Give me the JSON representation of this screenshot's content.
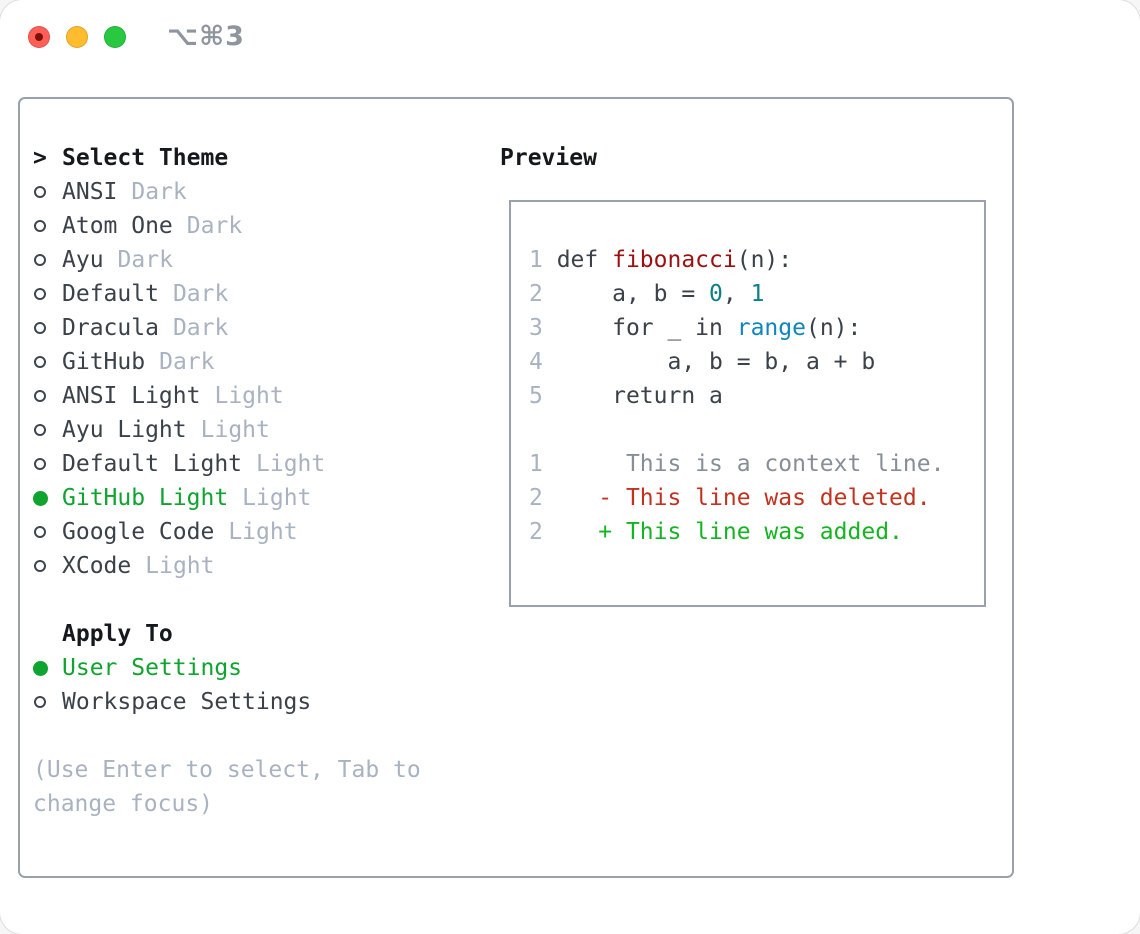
{
  "window": {
    "title": "⌥⌘3",
    "traffic_lights": [
      {
        "name": "close",
        "color": "#ff5f57"
      },
      {
        "name": "minimize",
        "color": "#febc2e"
      },
      {
        "name": "zoom",
        "color": "#28c840"
      }
    ]
  },
  "colors": {
    "accent_green": "#0fa32f",
    "text_dark": "#3a4149",
    "text_muted": "#a9b2c0",
    "heading": "#15181d",
    "border": "#99a2ac",
    "syntax_function": "#9c1010",
    "syntax_number": "#0d7e8a",
    "syntax_builtin": "#0f85bd",
    "line_number": "#a9b2c0",
    "diff_context": "#868e98",
    "diff_deleted": "#c2331f",
    "diff_added": "#16b422",
    "titlebar_text": "#8f959e",
    "traffic_red": "#ff5f57",
    "traffic_yellow": "#febc2e",
    "traffic_green": "#28c840"
  },
  "theme_panel": {
    "cursor": ">",
    "header": "Select Theme",
    "items": [
      {
        "label": "ANSI",
        "variant": "Dark",
        "selected": false
      },
      {
        "label": "Atom One",
        "variant": "Dark",
        "selected": false
      },
      {
        "label": "Ayu",
        "variant": "Dark",
        "selected": false
      },
      {
        "label": "Default",
        "variant": "Dark",
        "selected": false
      },
      {
        "label": "Dracula",
        "variant": "Dark",
        "selected": false
      },
      {
        "label": "GitHub",
        "variant": "Dark",
        "selected": false
      },
      {
        "label": "ANSI Light",
        "variant": "Light",
        "selected": false
      },
      {
        "label": "Ayu Light",
        "variant": "Light",
        "selected": false
      },
      {
        "label": "Default Light",
        "variant": "Light",
        "selected": false
      },
      {
        "label": "GitHub Light",
        "variant": "Light",
        "selected": true
      },
      {
        "label": "Google Code",
        "variant": "Light",
        "selected": false
      },
      {
        "label": "XCode",
        "variant": "Light",
        "selected": false
      }
    ],
    "apply_to": {
      "label": "Apply To",
      "options": [
        {
          "label": "User Settings",
          "selected": true
        },
        {
          "label": "Workspace Settings",
          "selected": false
        }
      ]
    },
    "hint_lines": [
      "(Use Enter to select, Tab to",
      "change focus)"
    ]
  },
  "preview": {
    "label": "Preview",
    "code_lines": [
      {
        "segs": [
          [
            "n",
            "1 "
          ],
          [
            "kw",
            "def "
          ],
          [
            "fn",
            "fibonacci"
          ],
          [
            "p",
            "(n):"
          ]
        ]
      },
      {
        "segs": [
          [
            "n",
            "2 "
          ],
          [
            "p",
            "    a, b = "
          ],
          [
            "num",
            "0"
          ],
          [
            "p",
            ", "
          ],
          [
            "num",
            "1"
          ]
        ]
      },
      {
        "segs": [
          [
            "n",
            "3 "
          ],
          [
            "p",
            "    for _ in "
          ],
          [
            "bi",
            "range"
          ],
          [
            "p",
            "(n):"
          ]
        ]
      },
      {
        "segs": [
          [
            "n",
            "4 "
          ],
          [
            "p",
            "        a, b = b, a + b"
          ]
        ]
      },
      {
        "segs": [
          [
            "n",
            "5 "
          ],
          [
            "p",
            "    return a"
          ]
        ]
      },
      {
        "segs": []
      },
      {
        "segs": [
          [
            "n",
            "1 "
          ],
          [
            "ctx",
            "     This is a context line."
          ]
        ]
      },
      {
        "segs": [
          [
            "n",
            "2 "
          ],
          [
            "del",
            "   - This line was deleted."
          ]
        ]
      },
      {
        "segs": [
          [
            "n",
            "2 "
          ],
          [
            "add",
            "   + This line was added."
          ]
        ]
      }
    ]
  }
}
